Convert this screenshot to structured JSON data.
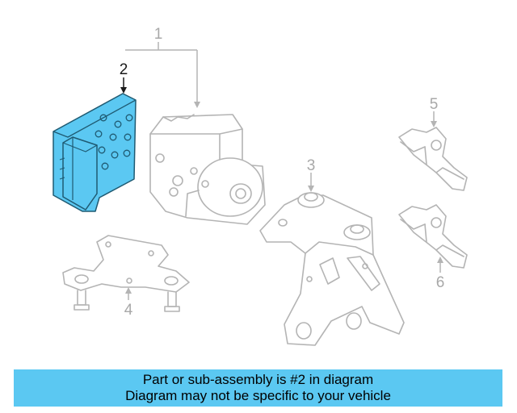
{
  "colors": {
    "highlight_fill": "#5bc8f2",
    "highlight_stroke": "#1f5a72",
    "ghost_stroke": "#b4b4b4",
    "banner_bg": "#5bc8f2"
  },
  "callouts": {
    "c1": "1",
    "c2": "2",
    "c3": "3",
    "c4": "4",
    "c5": "5",
    "c6": "6"
  },
  "banner": {
    "line1": "Part or sub-assembly is #2 in diagram",
    "line2": "Diagram may not be specific to your vehicle"
  }
}
